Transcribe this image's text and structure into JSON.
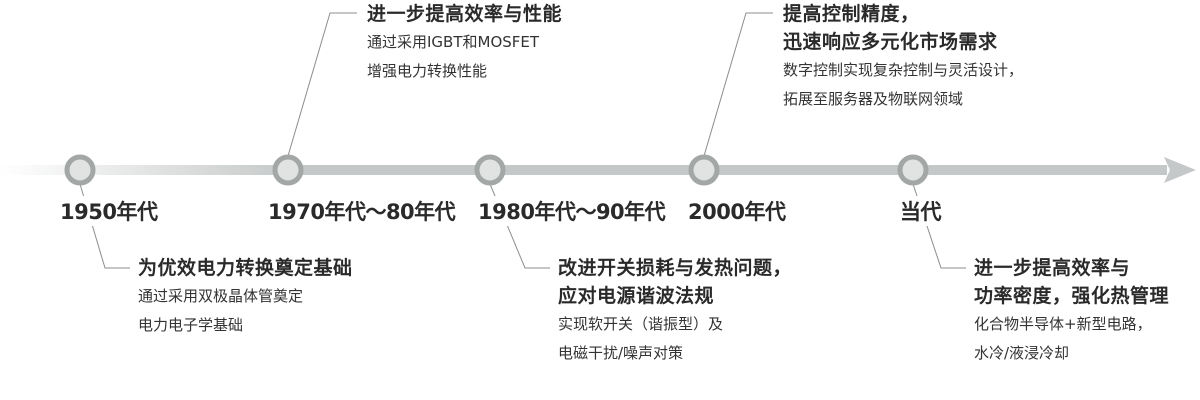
{
  "colors": {
    "timeline": "#c5c8c8",
    "node_ring": "#a3a8a7",
    "node_fill": "#e1e2e2",
    "connector": "#8a8f8e",
    "text_dark": "#2a2a2a"
  },
  "timeline": {
    "nodes": [
      {
        "label": "1950年代",
        "position": "below",
        "title_lines": [
          "为优效电力转换奠定基础"
        ],
        "desc_lines": [
          "通过采用双极晶体管奠定",
          "电力电子学基础"
        ]
      },
      {
        "label": "1970年代～80年代",
        "position": "above",
        "title_lines": [
          "进一步提高效率与性能"
        ],
        "desc_lines": [
          "通过采用IGBT和MOSFET",
          "增强电力转换性能"
        ]
      },
      {
        "label": "1980年代～90年代",
        "position": "below",
        "title_lines": [
          "改进开关损耗与发热问题，",
          "应对电源谐波法规"
        ],
        "desc_lines": [
          "实现软开关（谐振型）及",
          "电磁干扰/噪声对策"
        ]
      },
      {
        "label": "2000年代",
        "position": "above",
        "title_lines": [
          "提高控制精度，",
          "迅速响应多元化市场需求"
        ],
        "desc_lines": [
          "数字控制实现复杂控制与灵活设计，",
          "拓展至服务器及物联网领域"
        ]
      },
      {
        "label": "当代",
        "position": "below",
        "title_lines": [
          "进一步提高效率与",
          "功率密度，强化热管理"
        ],
        "desc_lines": [
          "化合物半导体+新型电路，",
          "水冷/液浸冷却"
        ]
      }
    ]
  }
}
